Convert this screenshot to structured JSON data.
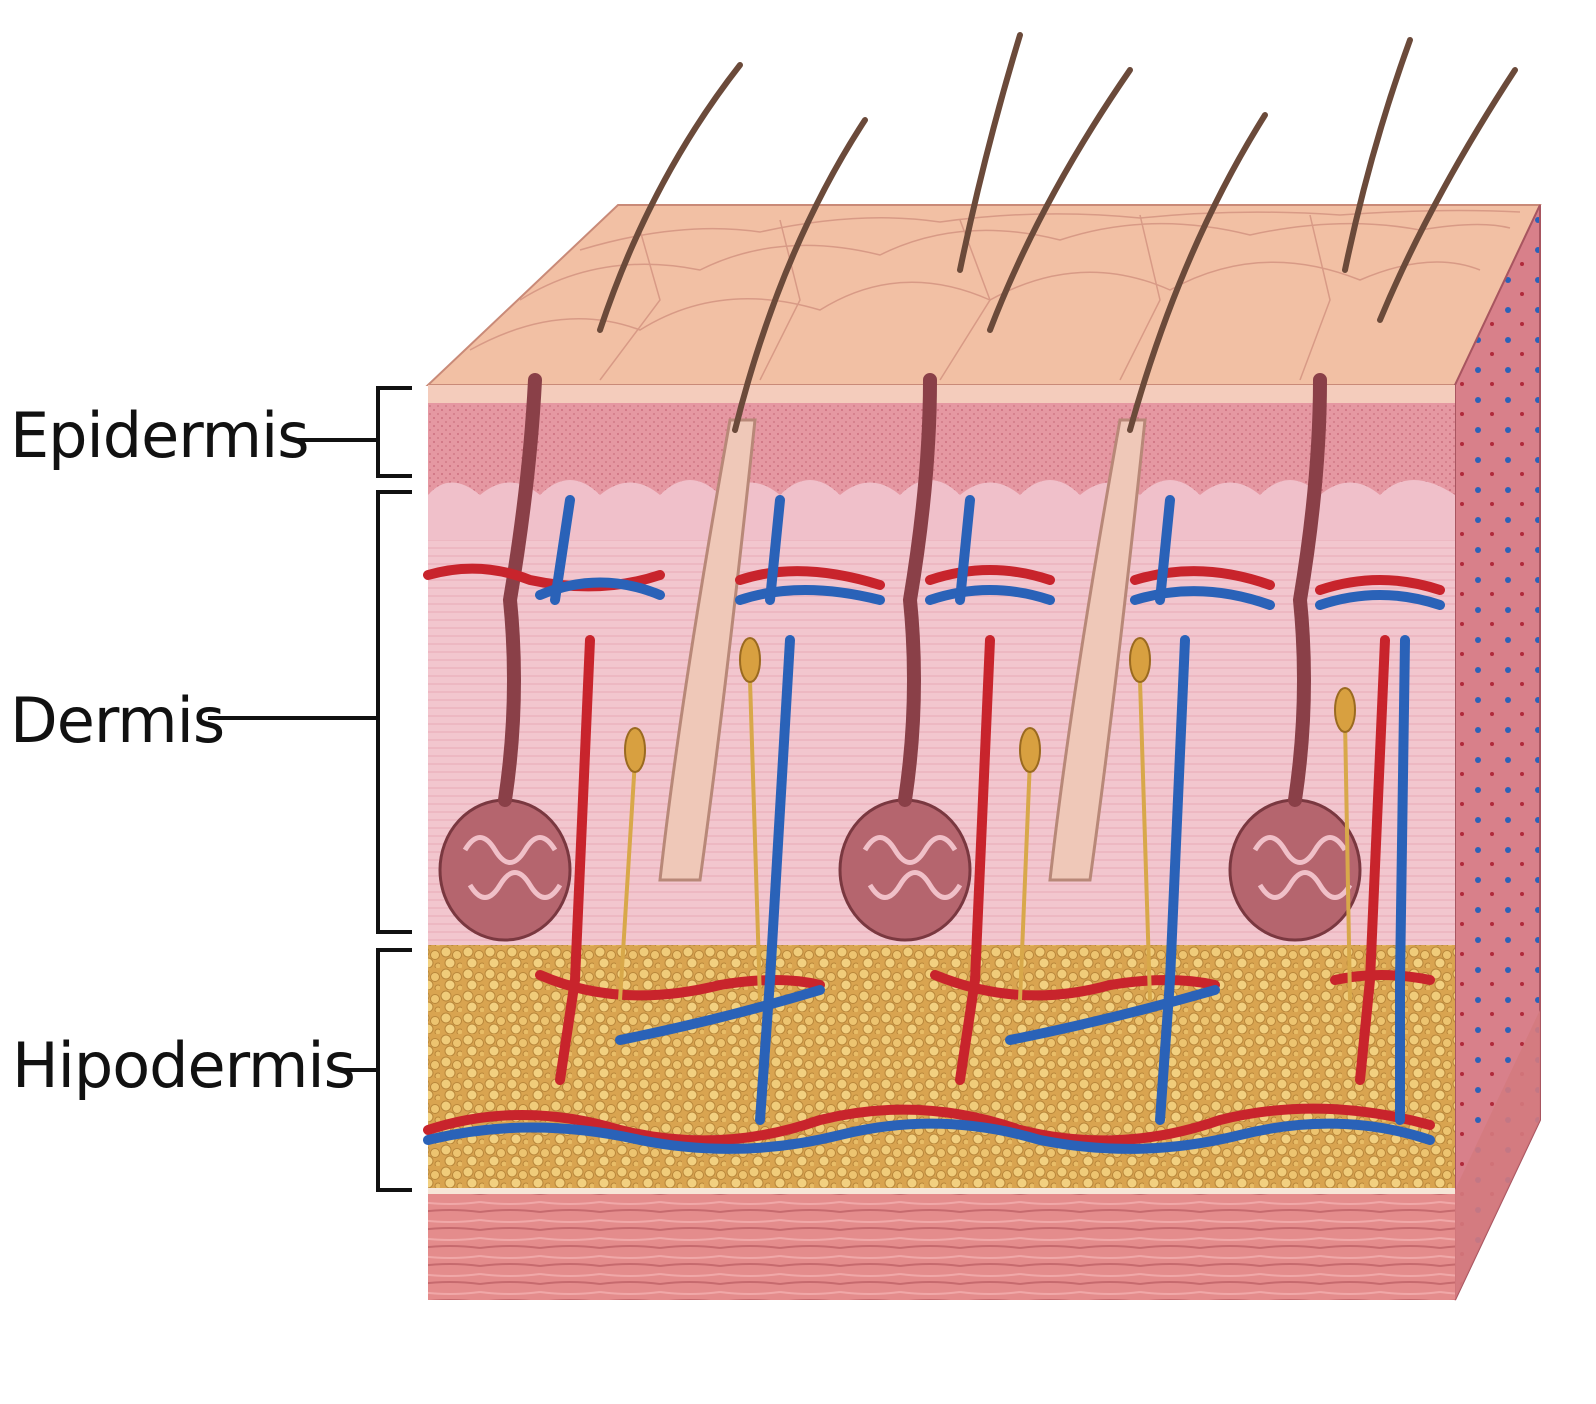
{
  "labels": {
    "epidermis": "Epidermis",
    "dermis": "Dermis",
    "hypodermis": "Hipodermis"
  },
  "colors": {
    "surface": "#f2c0a4",
    "epidermis": "#e59aa0",
    "dermis": "#f0c4cc",
    "hypodermis": "#d9a850",
    "muscle": "#e08a8a",
    "artery": "#c8242c",
    "vein": "#2a62b8",
    "hair": "#6b4a3a",
    "bracket": "#111111"
  }
}
